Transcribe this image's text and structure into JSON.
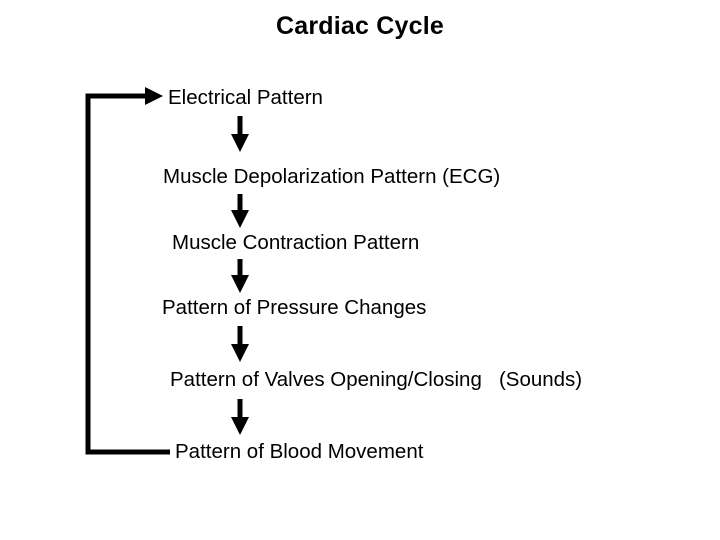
{
  "diagram": {
    "title": "Cardiac Cycle",
    "type": "flowchart-cycle",
    "background_color": "#ffffff",
    "ink_color": "#000000",
    "steps": [
      {
        "id": "electrical-pattern",
        "label": "Electrical Pattern"
      },
      {
        "id": "muscle-depolarization",
        "label": "Muscle Depolarization Pattern (ECG)"
      },
      {
        "id": "muscle-contraction",
        "label": "Muscle Contraction Pattern"
      },
      {
        "id": "pressure-changes",
        "label": "Pattern of Pressure Changes"
      },
      {
        "id": "valves-opening-closing",
        "label": "Pattern of Valves Opening/Closing   (Sounds)"
      },
      {
        "id": "blood-movement",
        "label": "Pattern of Blood Movement"
      }
    ],
    "connectors": [
      {
        "id": "arrow-1",
        "from": "electrical-pattern",
        "to": "muscle-depolarization",
        "shape": "down-arrow"
      },
      {
        "id": "arrow-2",
        "from": "muscle-depolarization",
        "to": "muscle-contraction",
        "shape": "down-arrow"
      },
      {
        "id": "arrow-3",
        "from": "muscle-contraction",
        "to": "pressure-changes",
        "shape": "down-arrow"
      },
      {
        "id": "arrow-4",
        "from": "pressure-changes",
        "to": "valves-opening-closing",
        "shape": "down-arrow"
      },
      {
        "id": "arrow-5",
        "from": "valves-opening-closing",
        "to": "blood-movement",
        "shape": "down-arrow"
      },
      {
        "id": "feedback-loop",
        "from": "blood-movement",
        "to": "electrical-pattern",
        "shape": "loop-left-up-arrow"
      }
    ]
  }
}
